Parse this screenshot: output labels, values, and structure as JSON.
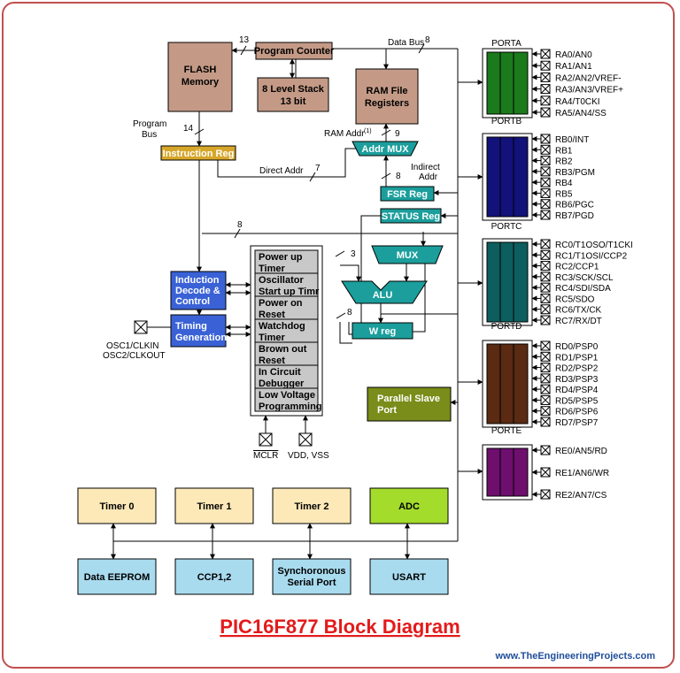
{
  "title": "PIC16F877 Block Diagram",
  "website": "www.TheEngineeringProjects.com",
  "colors": {
    "frame": "#c0504d",
    "title": "#e31b1b",
    "website": "#1f4e9a",
    "teal": "#1b9e9c",
    "flash": "#c49a86",
    "blue": "#3a62d6",
    "instr": "#d6a62a",
    "timer": "#fde9b8",
    "adc": "#a4dc2c",
    "serial": "#a9dbef",
    "pslave": "#7a8c1a",
    "porta": "#1b7a1b",
    "portb": "#12127a",
    "portc": "#0d5e5e",
    "portd": "#5a2a12",
    "porte": "#6e0f6e"
  },
  "blocks": {
    "flash": [
      "FLASH",
      "Memory"
    ],
    "program_counter": "Program Counter",
    "stack": [
      "8 Level Stack",
      "13 bit"
    ],
    "ram": [
      "RAM File",
      "Registers"
    ],
    "instruction_reg": "Instruction Reg",
    "addr_mux": "Addr MUX",
    "fsr_reg": "FSR Reg",
    "status_reg": "STATUS Reg",
    "mux": "MUX",
    "alu": "ALU",
    "w_reg": "W reg",
    "induction": [
      "Induction",
      "Decode &",
      "Control"
    ],
    "timing": [
      "Timing",
      "Generation"
    ],
    "parallel_slave": [
      "Parallel Slave",
      "Port"
    ],
    "power_items": [
      [
        "Power up",
        "Timer"
      ],
      [
        "Oscillator",
        "Start up Timr"
      ],
      [
        "Power on",
        "Reset"
      ],
      [
        "Watchdog",
        "Timer"
      ],
      [
        "Brown out",
        "Reset"
      ],
      [
        "In Circuit",
        "Debugger"
      ],
      [
        "Low Voltage",
        "Programming"
      ]
    ],
    "timers": [
      "Timer 0",
      "Timer 1",
      "Timer 2",
      "ADC"
    ],
    "peripherals": [
      [
        "Data EEPROM"
      ],
      [
        "CCP1,2"
      ],
      [
        "Synchoronous",
        "Serial Port"
      ],
      [
        "USART"
      ]
    ]
  },
  "labels": {
    "data_bus": "Data Bus",
    "program_bus": [
      "Program",
      "Bus"
    ],
    "ram_addr": "RAM Addr",
    "ram_addr_sup": "(1)",
    "direct_addr": "Direct Addr",
    "indirect_addr": [
      "Indirect",
      "Addr"
    ],
    "osc": [
      "OSC1/CLKIN",
      "OSC2/CLKOUT"
    ],
    "mclr": "MCLR",
    "vdd": "VDD, VSS",
    "n13": "13",
    "n8a": "8",
    "n14": "14",
    "n9": "9",
    "n7": "7",
    "n8b": "8",
    "n8c": "8",
    "n8d": "8",
    "n3": "3"
  },
  "ports": [
    {
      "name": "PORTA",
      "pins": [
        "RA0/AN0",
        "RA1/AN1",
        "RA2/AN2/VREF-",
        "RA3/AN3/VREF+",
        "RA4/T0CKI",
        "RA5/AN4/SS"
      ]
    },
    {
      "name": "PORTB",
      "pins": [
        "RB0/INT",
        "RB1",
        "RB2",
        "RB3/PGM",
        "RB4",
        "RB5",
        "RB6/PGC",
        "RB7/PGD"
      ]
    },
    {
      "name": "PORTC",
      "pins": [
        "RC0/T1OSO/T1CKI",
        "RC1/T1OSI/CCP2",
        "RC2/CCP1",
        "RC3/SCK/SCL",
        "RC4/SDI/SDA",
        "RC5/SDO",
        "RC6/TX/CK",
        "RC7/RX/DT"
      ]
    },
    {
      "name": "PORTD",
      "pins": [
        "RD0/PSP0",
        "RD1/PSP1",
        "RD2/PSP2",
        "RD3/PSP3",
        "RD4/PSP4",
        "RD5/PSP5",
        "RD6/PSP6",
        "RD7/PSP7"
      ]
    },
    {
      "name": "PORTE",
      "pins": [
        "RE0/AN5/RD",
        "RE1/AN6/WR",
        "RE2/AN7/CS"
      ]
    }
  ]
}
